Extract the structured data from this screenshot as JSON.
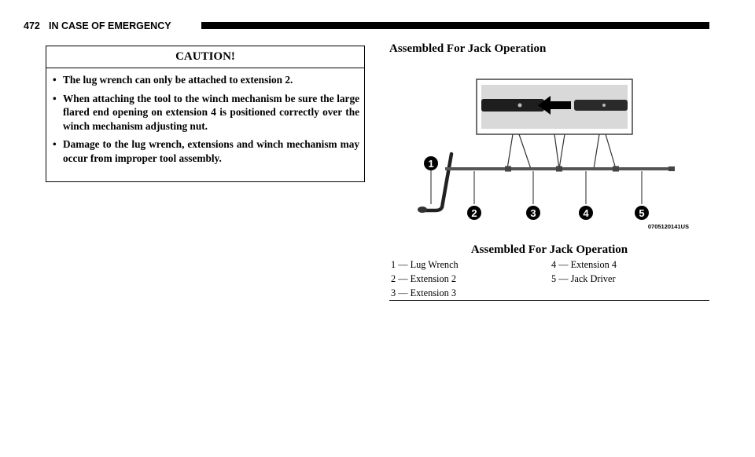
{
  "header": {
    "page_number": "472",
    "section": "IN CASE OF EMERGENCY"
  },
  "caution": {
    "title": "CAUTION!",
    "items": [
      "The lug wrench can only be attached to extension 2.",
      "When attaching the tool to the winch mechanism be sure the large flared end opening on extension 4 is positioned correctly over the winch mechanism adjusting nut.",
      "Damage to the lug wrench, extensions and winch mechanism may occur from improper tool assembly."
    ]
  },
  "figure": {
    "heading": "Assembled For Jack Operation",
    "image_code": "0705120141US",
    "callouts": [
      "1",
      "2",
      "3",
      "4",
      "5"
    ],
    "caption": "Assembled For Jack Operation",
    "legend": [
      [
        "1 — Lug Wrench",
        "4 — Extension 4"
      ],
      [
        "2 — Extension 2",
        "5 — Jack Driver"
      ],
      [
        "3 — Extension 3",
        ""
      ]
    ]
  }
}
